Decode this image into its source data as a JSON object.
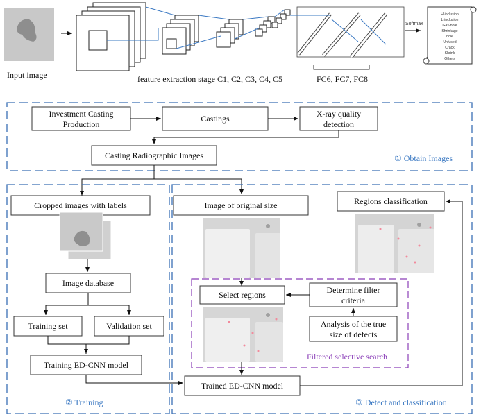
{
  "top": {
    "input_label": "Input image",
    "feature_label": "feature extraction stage C1, C2, C3, C4, C5",
    "fc_label": "FC6, FC7, FC8",
    "softmax_label": "Softmax",
    "classes": [
      "H-inclusion",
      "L-inclusion",
      "Gas-hole",
      "Shrinkage",
      "hole",
      "Unfused",
      "Crack",
      "Shrink",
      "Others"
    ]
  },
  "obtain": {
    "box1_line1": "Investment Casting",
    "box1_line2": "Production",
    "box2": "Castings",
    "box3_line1": "X-ray quality",
    "box3_line2": "detection",
    "box4": "Casting Radiographic Images",
    "section_label": "① Obtain Images"
  },
  "training": {
    "cropped": "Cropped images with labels",
    "database": "Image database",
    "training_set": "Training set",
    "validation_set": "Validation set",
    "model": "Training ED-CNN model",
    "section_label": "② Training"
  },
  "detect": {
    "original": "Image of original size",
    "regions_class": "Regions classification",
    "select": "Select regions",
    "filter_line1": "Determine filter",
    "filter_line2": "criteria",
    "analysis_line1": "Analysis of the true",
    "analysis_line2": "size of defects",
    "filtered_label": "Filtered selective search",
    "trained": "Trained ED-CNN model",
    "section_label": "③ Detect and classification"
  },
  "colors": {
    "section_border": "#3a6fb5",
    "inner_border": "#8b3fb8",
    "label_blue": "#3a78c2"
  }
}
